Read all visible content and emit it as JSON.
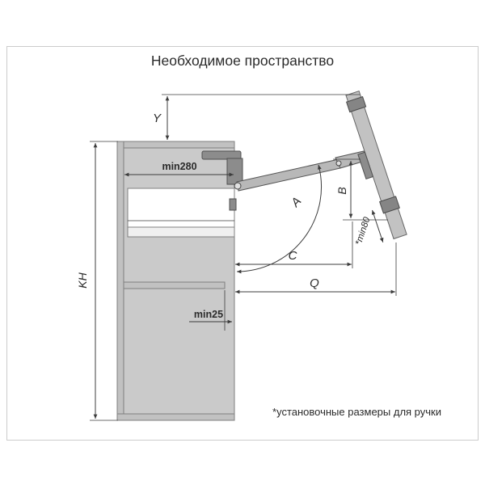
{
  "title": "Необходимое пространство",
  "footnote": "*установочные размеры для ручки",
  "dimensions": {
    "y": "Y",
    "min280": "min280",
    "kh": "KH",
    "a": "A",
    "b": "B",
    "c": "C",
    "q": "Q",
    "min80": "*min80",
    "min25": "min25"
  },
  "colors": {
    "background": "#ffffff",
    "frame_border": "#cccccc",
    "text": "#2b2b2b",
    "dimension_line": "#3c3c3c",
    "outline": "#7f7f7f",
    "cabinet_fill": "#cacaca",
    "panel_fill": "#c1c1c1",
    "door_fill": "#c2c2c2",
    "mechanism_dark": "#8c8c8c"
  }
}
